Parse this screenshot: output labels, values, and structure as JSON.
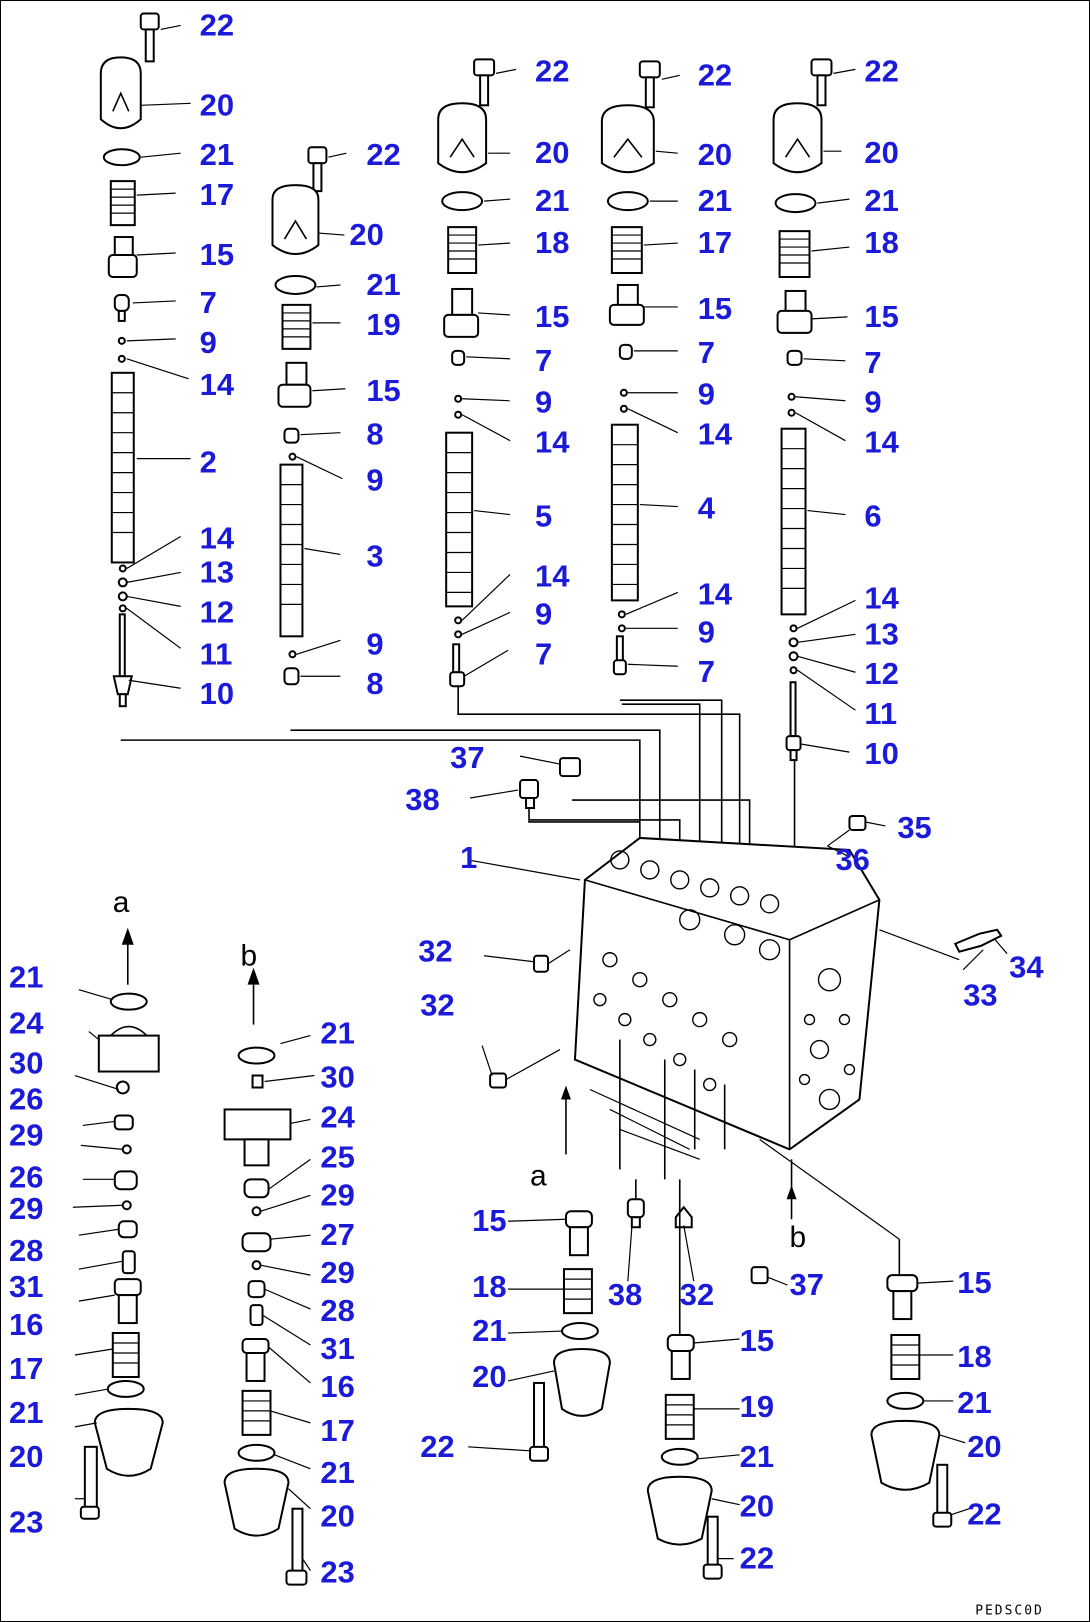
{
  "drawing_code": "PEDSC0D",
  "flow_labels": [
    "a",
    "b",
    "a",
    "b"
  ],
  "groups": {
    "upper_1": [
      "22",
      "20",
      "21",
      "17",
      "15",
      "7",
      "9",
      "14",
      "2",
      "14",
      "13",
      "12",
      "11",
      "10"
    ],
    "upper_2": [
      "22",
      "20",
      "21",
      "19",
      "15",
      "8",
      "9",
      "3",
      "9",
      "8"
    ],
    "upper_3": [
      "22",
      "20",
      "21",
      "18",
      "15",
      "7",
      "9",
      "14",
      "5",
      "14",
      "9",
      "7"
    ],
    "upper_4": [
      "22",
      "20",
      "21",
      "17",
      "15",
      "7",
      "9",
      "14",
      "4",
      "14",
      "9",
      "7"
    ],
    "upper_5": [
      "22",
      "20",
      "21",
      "18",
      "15",
      "7",
      "9",
      "14",
      "6",
      "14",
      "13",
      "12",
      "11",
      "10"
    ],
    "body": [
      "37",
      "38",
      "1",
      "35",
      "36",
      "32",
      "32",
      "33",
      "34"
    ],
    "lower_a": [
      "21",
      "24",
      "30",
      "26",
      "29",
      "26",
      "29",
      "28",
      "31",
      "16",
      "17",
      "21",
      "20",
      "23"
    ],
    "lower_b": [
      "21",
      "30",
      "24",
      "25",
      "29",
      "27",
      "29",
      "28",
      "31",
      "16",
      "17",
      "21",
      "20",
      "23"
    ],
    "lower_center": [
      "15",
      "18",
      "21",
      "20",
      "22",
      "38",
      "32",
      "37",
      "15",
      "19",
      "21",
      "20",
      "22"
    ],
    "lower_right": [
      "15",
      "18",
      "21",
      "20",
      "22"
    ]
  }
}
